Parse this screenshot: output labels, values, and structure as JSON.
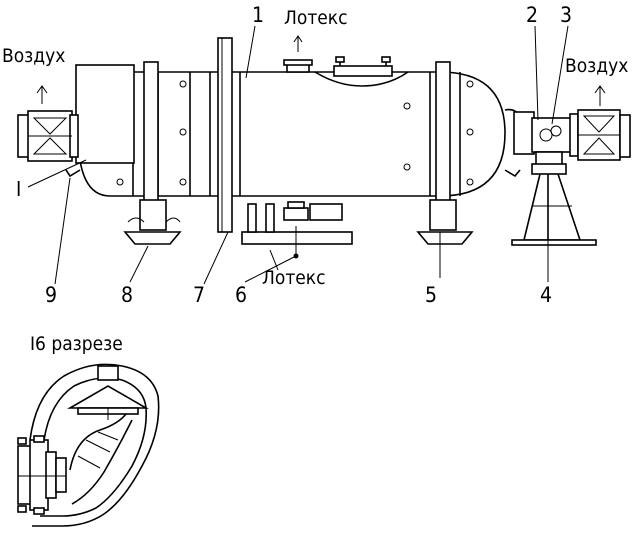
{
  "labels": {
    "air_left": "Воздух",
    "air_right": "Воздух",
    "latex_top": "Лотекс",
    "latex_bottom": "Лотекс",
    "section_title": "I6 разрезе",
    "section_mark": "I"
  },
  "callouts": [
    "1",
    "2",
    "3",
    "4",
    "5",
    "6",
    "7",
    "8",
    "9"
  ],
  "colors": {
    "ink": "#000000",
    "paper": "#ffffff"
  }
}
